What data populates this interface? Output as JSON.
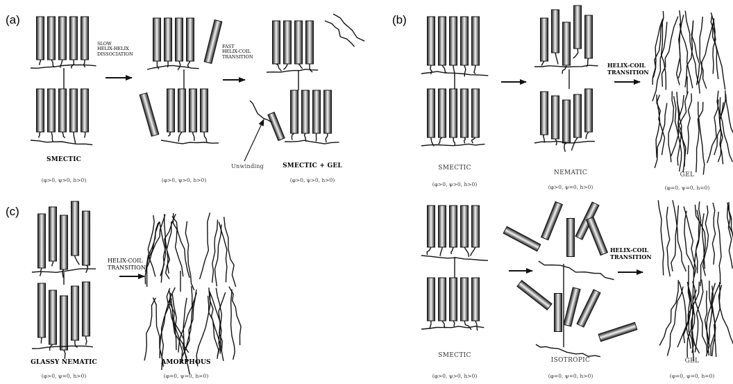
{
  "panels": {
    "a": {
      "label": "(a)",
      "transitions": [
        "SLOW\nHELIX-HELIX\nDISSOCIATION",
        "FAST\nHELIX-COIL\nTRANSITION"
      ],
      "states": [
        {
          "name": "SMECTIC",
          "params": "(φ>0, ψ>0, h>0)"
        },
        {
          "name": "",
          "params": "(φ>0, ψ>0, h>0)"
        },
        {
          "name": "SMECTIC + GEL",
          "params": "(φ>0, ψ>0, h>0)"
        }
      ],
      "annotation": "Unwinding"
    },
    "b": {
      "label": "(b)",
      "top": {
        "transition": "HELIX-COIL\nTRANSITION",
        "states": [
          {
            "name": "SMECTIC",
            "params": "(φ>0, ψ>0,  h>0)"
          },
          {
            "name": "NEMATIC",
            "params": "(φ>0, ψ=0,  h>0)"
          },
          {
            "name": "GEL",
            "params": "(φ=0, ψ=0,  h=0)"
          }
        ]
      },
      "bottom": {
        "transition": "HELIX-COIL\nTRANSITION",
        "states": [
          {
            "name": "SMECTIC",
            "params": "(φ>0, ψ>0,  h>0)"
          },
          {
            "name": "ISOTROPIC",
            "params": "(φ=0, ψ=0,  h>0)"
          },
          {
            "name": "GEL",
            "params": "(φ=0, ψ=0,  h=0)"
          }
        ]
      }
    },
    "c": {
      "label": "(c)",
      "transition": "HELIX-COIL\nTRANSITION",
      "states": [
        {
          "name": "GLASSY NEMATIC",
          "params": "(φ>0, ψ=0, h>0)"
        },
        {
          "name": "AMORPHOUS",
          "params": "(φ=0, ψ=0, h=0)"
        }
      ]
    }
  },
  "colors": {
    "ink": "#111111",
    "rod_dark": "#1c1c1c",
    "rod_light": "#f2f2f2"
  }
}
